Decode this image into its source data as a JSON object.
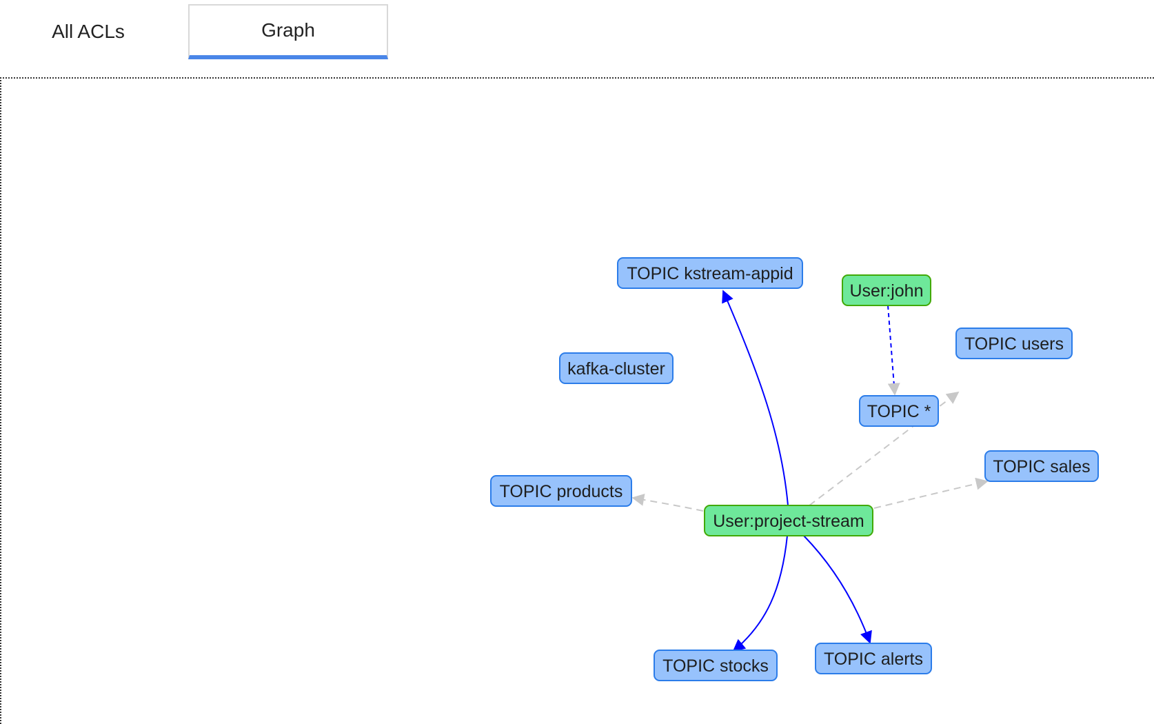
{
  "tabs": [
    {
      "label": "All ACLs",
      "active": false
    },
    {
      "label": "Graph",
      "active": true
    }
  ],
  "colors": {
    "accent": "#4a86e8",
    "topic_fill": "#97c2fc",
    "topic_stroke": "#2b7ce9",
    "user_fill": "#7be141",
    "user_fill_alt": "#6ee89a",
    "user_stroke": "#41a906",
    "edge_strong": "#0000ff",
    "edge_weak": "#c8c8c8"
  },
  "graph": {
    "nodes": [
      {
        "id": "kstream",
        "label": "TOPIC kstream-appid",
        "kind": "topic"
      },
      {
        "id": "john",
        "label": "User:john",
        "kind": "user"
      },
      {
        "id": "users",
        "label": "TOPIC users",
        "kind": "topic"
      },
      {
        "id": "cluster",
        "label": "kafka-cluster",
        "kind": "topic"
      },
      {
        "id": "star",
        "label": "TOPIC *",
        "kind": "topic"
      },
      {
        "id": "sales",
        "label": "TOPIC sales",
        "kind": "topic"
      },
      {
        "id": "products",
        "label": "TOPIC products",
        "kind": "topic"
      },
      {
        "id": "project",
        "label": "User:project-stream",
        "kind": "user"
      },
      {
        "id": "stocks",
        "label": "TOPIC stocks",
        "kind": "topic"
      },
      {
        "id": "alerts",
        "label": "TOPIC alerts",
        "kind": "topic"
      }
    ],
    "edges": [
      {
        "from": "project",
        "to": "kstream",
        "style": "strong"
      },
      {
        "from": "project",
        "to": "stocks",
        "style": "strong"
      },
      {
        "from": "project",
        "to": "alerts",
        "style": "strong"
      },
      {
        "from": "john",
        "to": "star",
        "style": "mixed"
      },
      {
        "from": "project",
        "to": "products",
        "style": "weak"
      },
      {
        "from": "project",
        "to": "sales",
        "style": "weak"
      },
      {
        "from": "project",
        "to": "users",
        "style": "weak"
      }
    ]
  }
}
